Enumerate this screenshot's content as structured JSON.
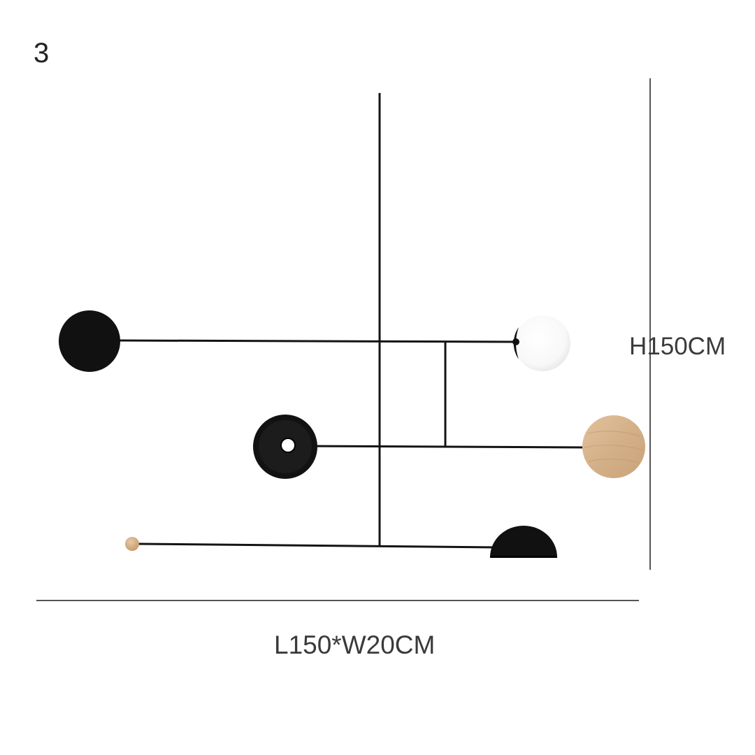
{
  "variant_number": "3",
  "dimensions": {
    "height": "H150CM",
    "length_width": "L150*W20CM"
  },
  "colors": {
    "rod": "#141414",
    "black_shade": "#111111",
    "white_globe": "#fdfdfd",
    "wood": "#d6b48c",
    "dimension_line": "#555555"
  }
}
